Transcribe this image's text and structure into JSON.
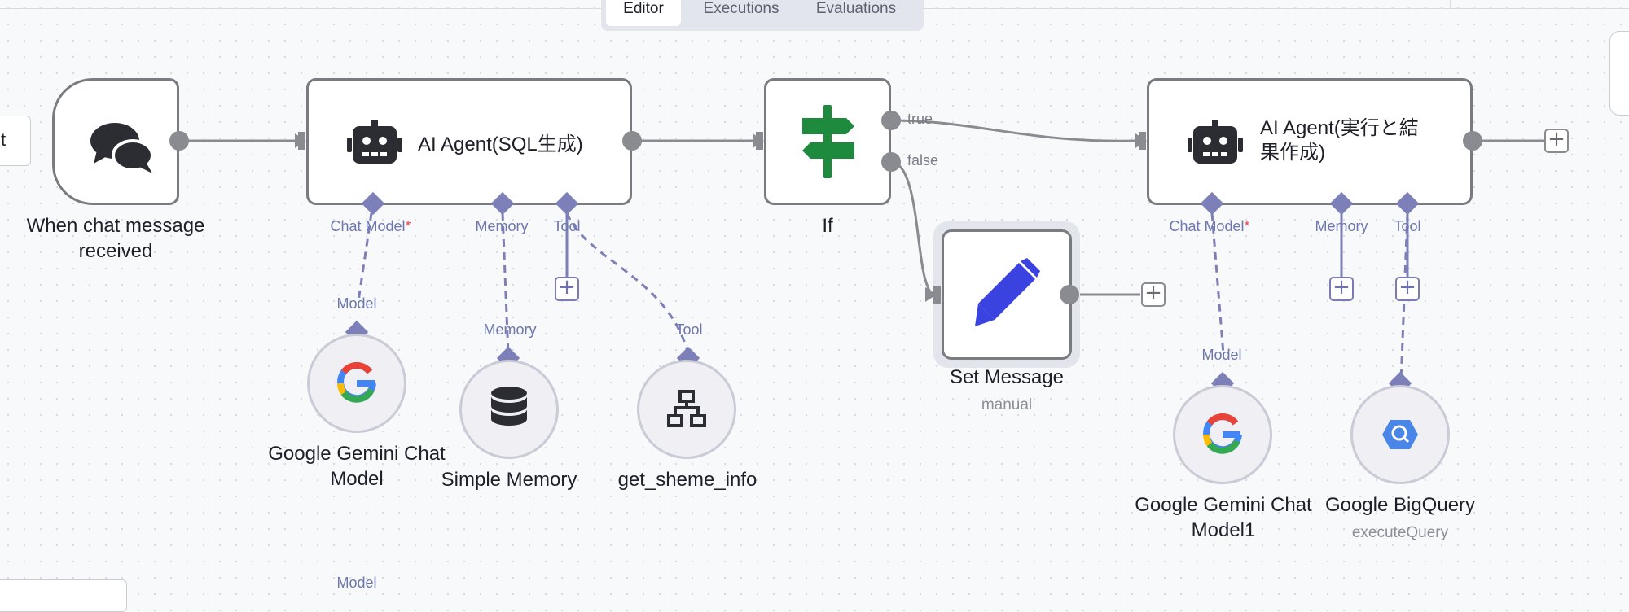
{
  "tabs": [
    "Editor",
    "Executions",
    "Evaluations"
  ],
  "left_edge_text": "t",
  "nodes": {
    "trigger": {
      "label_line1": "When chat message",
      "label_line2": "received"
    },
    "agent1": {
      "title": "AI Agent(SQL生成)"
    },
    "if": {
      "title": "If"
    },
    "set_message": {
      "title": "Set Message",
      "subtitle": "manual"
    },
    "agent2": {
      "title_line1": "AI Agent(実行と結",
      "title_line2": "果作成)"
    },
    "gemini1": {
      "label_line1": "Google Gemini Chat",
      "label_line2": "Model"
    },
    "memory": {
      "label": "Simple Memory"
    },
    "schema_tool": {
      "label": "get_sheme_info"
    },
    "gemini2": {
      "label_line1": "Google Gemini Chat",
      "label_line2": "Model1"
    },
    "bigquery": {
      "label": "Google BigQuery",
      "subtitle": "executeQuery"
    }
  },
  "connectors": {
    "chat_model": "Chat Model",
    "required_mark": "*",
    "memory": "Memory",
    "tool": "Tool",
    "model": "Model"
  },
  "branches": {
    "true": "true",
    "false": "false"
  },
  "plus_symbol": "+",
  "colors": {
    "node_border": "#7a7b80",
    "connector": "#7d80b8",
    "wire": "#8a8b90",
    "if_icon": "#1e8a3e",
    "pencil": "#3a43e0",
    "bigquery": "#4a86e8",
    "required": "#e0434f"
  },
  "icons": [
    "chat-bubbles-icon",
    "robot-icon",
    "signpost-icon",
    "pencil-icon",
    "google-g-icon",
    "database-icon",
    "sitemap-icon",
    "bigquery-icon",
    "plus-icon"
  ]
}
